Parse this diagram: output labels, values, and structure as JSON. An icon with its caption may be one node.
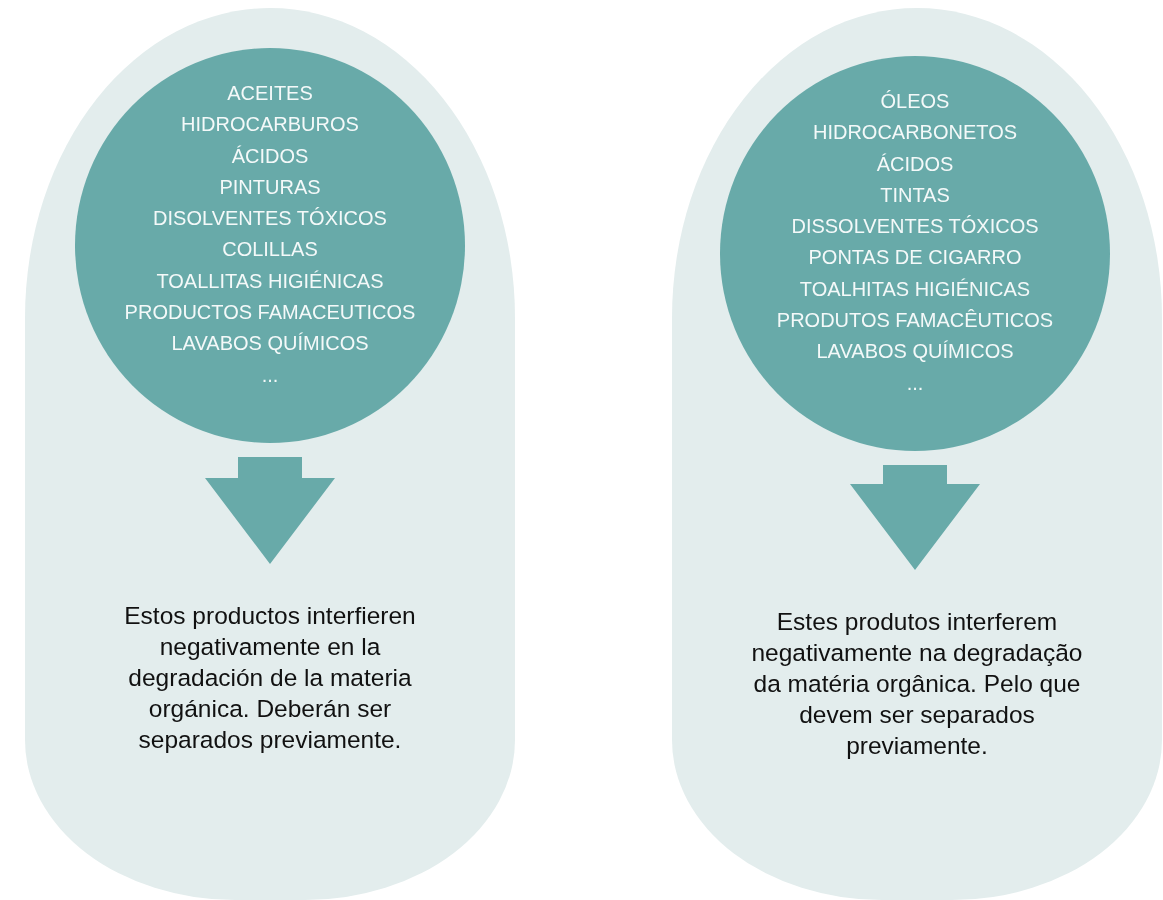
{
  "diagram": {
    "nodes": [
      {
        "text": [],
        "shape": "box"
      },
      {
        "text": [
          "ACEITES",
          "HIDROCARBUROS",
          "ÁCIDOS",
          "PINTURAS",
          "DISOLVENTES TÓXICOS",
          "COLILLAS",
          "TOALLITAS HIGIÉNICAS",
          "PRODUCTOS FAMACEUTICOS",
          "LAVABOS QUÍMICOS",
          "..."
        ],
        "in": 0
      },
      {
        "text": [
          "Estos productos interfieren negativamente en la degradación de la materia orgánica. Deberán ser separados previamente."
        ],
        "in": 0
      },
      {
        "text": [],
        "shape": "box"
      },
      {
        "text": [
          "ÓLEOS",
          "HIDROCARBONETOS",
          "ÁCIDOS",
          "TINTAS",
          "DISSOLVENTES TÓXICOS",
          "PONTAS DE CIGARRO",
          "TOALHITAS HIGIÉNICAS",
          "PRODUTOS FAMACÊUTICOS",
          "LAVABOS QUÍMICOS",
          "..."
        ],
        "in": 3
      },
      {
        "text": [
          "Estes produtos interferem negativamente na degradação da matéria orgânica. Pelo que devem ser separados previamente."
        ],
        "in": 3
      }
    ],
    "edges": [
      {
        "from": 1,
        "to": 2,
        "arrow": "to",
        "style": "thick"
      },
      {
        "from": 4,
        "to": 5,
        "arrow": "to",
        "style": "thick"
      }
    ]
  }
}
